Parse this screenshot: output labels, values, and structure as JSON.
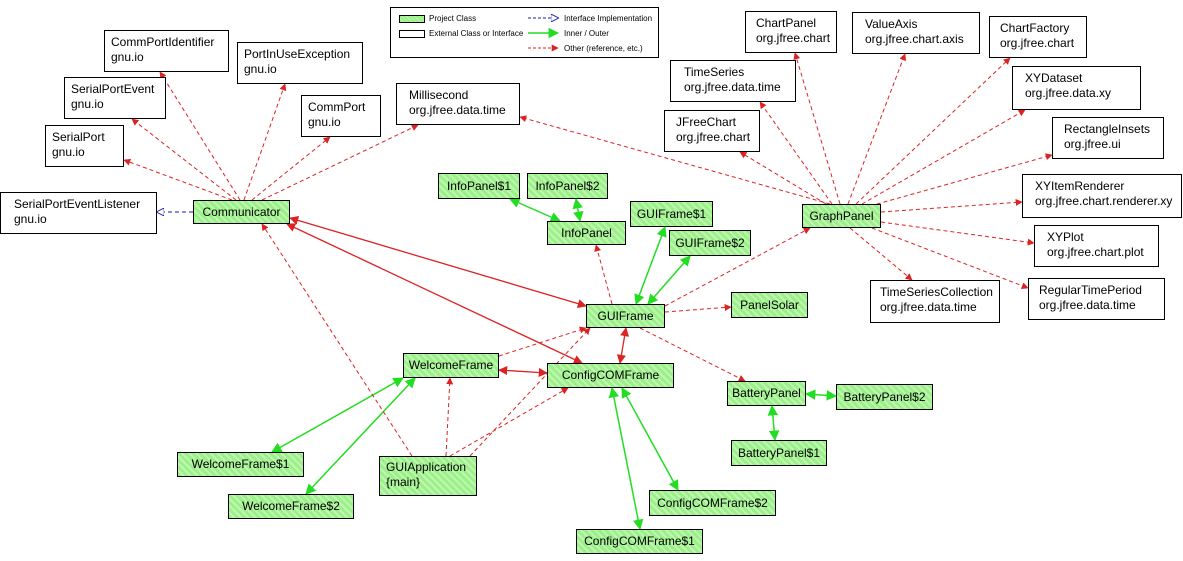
{
  "legend": {
    "project_class": "Project Class",
    "external_class": "External Class or Interface",
    "interface_impl": "Interface Implementation",
    "inner_outer": "Inner / Outer",
    "other": "Other (reference, etc.)"
  },
  "colors": {
    "project_fill": "#9cf08a",
    "inner_outer_edge": "#22dd22",
    "reference_edge": "#dd2222",
    "interface_edge": "#1a1aaa"
  },
  "external": {
    "comm_port_identifier": {
      "name": "CommPortIdentifier",
      "pkg": "gnu.io"
    },
    "port_in_use_exception": {
      "name": "PortInUseException",
      "pkg": "gnu.io"
    },
    "serial_port_event": {
      "name": "SerialPortEvent",
      "pkg": "gnu.io"
    },
    "comm_port": {
      "name": "CommPort",
      "pkg": "gnu.io"
    },
    "serial_port": {
      "name": "SerialPort",
      "pkg": "gnu.io"
    },
    "serial_port_event_listener": {
      "name": "SerialPortEventListener",
      "pkg": "gnu.io"
    },
    "millisecond": {
      "name": "Millisecond",
      "pkg": "org.jfree.data.time"
    },
    "chart_panel": {
      "name": "ChartPanel",
      "pkg": "org.jfree.chart"
    },
    "value_axis": {
      "name": "ValueAxis",
      "pkg": "org.jfree.chart.axis"
    },
    "chart_factory": {
      "name": "ChartFactory",
      "pkg": "org.jfree.chart"
    },
    "time_series": {
      "name": "TimeSeries",
      "pkg": "org.jfree.data.time"
    },
    "xy_dataset": {
      "name": "XYDataset",
      "pkg": "org.jfree.data.xy"
    },
    "jfree_chart": {
      "name": "JFreeChart",
      "pkg": "org.jfree.chart"
    },
    "rectangle_insets": {
      "name": "RectangleInsets",
      "pkg": "org.jfree.ui"
    },
    "xy_item_renderer": {
      "name": "XYItemRenderer",
      "pkg": "org.jfree.chart.renderer.xy"
    },
    "xy_plot": {
      "name": "XYPlot",
      "pkg": "org.jfree.chart.plot"
    },
    "time_series_collection": {
      "name": "TimeSeriesCollection",
      "pkg": "org.jfree.data.time"
    },
    "regular_time_period": {
      "name": "RegularTimePeriod",
      "pkg": "org.jfree.data.time"
    }
  },
  "project": {
    "communicator": "Communicator",
    "info_panel_1": "InfoPanel$1",
    "info_panel_2": "InfoPanel$2",
    "info_panel": "InfoPanel",
    "gui_frame_1": "GUIFrame$1",
    "gui_frame_2": "GUIFrame$2",
    "graph_panel": "GraphPanel",
    "gui_frame": "GUIFrame",
    "panel_solar": "PanelSolar",
    "welcome_frame": "WelcomeFrame",
    "config_com_frame": "ConfigCOMFrame",
    "battery_panel": "BatteryPanel",
    "battery_panel_2": "BatteryPanel$2",
    "battery_panel_1": "BatteryPanel$1",
    "welcome_frame_1": "WelcomeFrame$1",
    "gui_application": {
      "name": "GUIApplication",
      "note": "{main}"
    },
    "welcome_frame_2": "WelcomeFrame$2",
    "config_com_frame_2": "ConfigCOMFrame$2",
    "config_com_frame_1": "ConfigCOMFrame$1"
  }
}
